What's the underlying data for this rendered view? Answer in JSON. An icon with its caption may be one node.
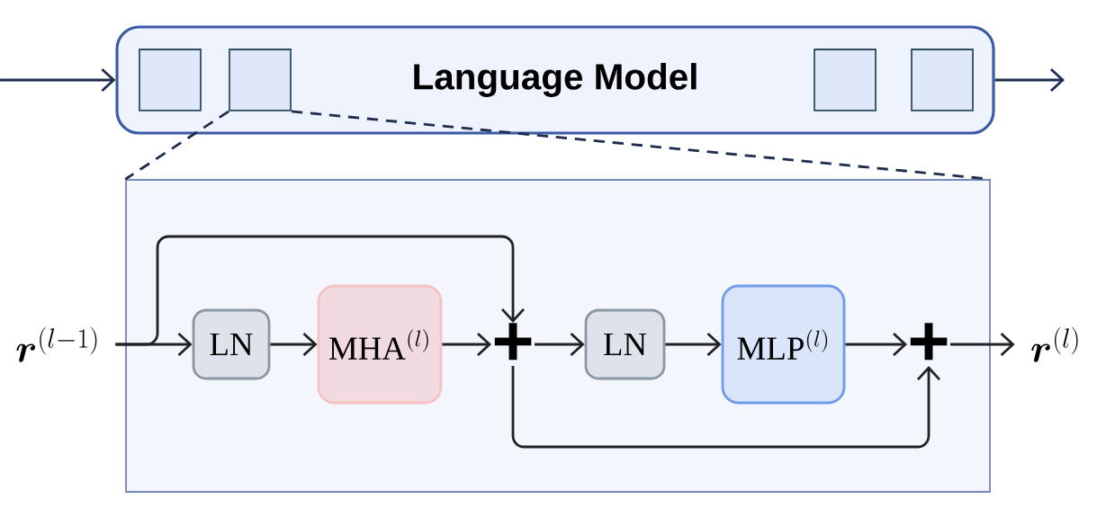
{
  "diagram": {
    "nodes": [
      {
        "text": [
          "Language Model"
        ]
      },
      {
        "text": [],
        "shape": "box",
        "in": 0
      },
      {
        "text": [],
        "shape": "box",
        "in": 0
      },
      {
        "text": [],
        "shape": "box",
        "in": 0
      },
      {
        "text": [],
        "shape": "box",
        "in": 0
      },
      {
        "text": [],
        "shape": "box"
      },
      {
        "text": [
          "\\boldsymbol{r}^{(l-1)}"
        ]
      },
      {
        "text": [
          "LN"
        ],
        "in": 5
      },
      {
        "text": [
          "\\mathrm{MHA}^{(l)}"
        ],
        "in": 5
      },
      {
        "text": [
          "+"
        ],
        "in": 5
      },
      {
        "text": [
          "LN"
        ],
        "in": 5
      },
      {
        "text": [
          "\\mathrm{MLP}^{(l)}"
        ],
        "in": 5
      },
      {
        "text": [
          "+"
        ],
        "in": 5
      },
      {
        "text": [
          "\\boldsymbol{r}^{(l)}"
        ]
      }
    ],
    "edges": [
      {
        "from": null,
        "to": 0,
        "arrow": "to"
      },
      {
        "from": 0,
        "to": null,
        "arrow": "to"
      },
      {
        "from": 2,
        "to": 5,
        "arrow": "none",
        "style": "dashed"
      },
      {
        "from": 2,
        "to": 5,
        "arrow": "none",
        "style": "dashed"
      },
      {
        "from": 6,
        "to": 7,
        "arrow": "to"
      },
      {
        "from": 6,
        "to": 9,
        "arrow": "to"
      },
      {
        "from": 7,
        "to": 8,
        "arrow": "to"
      },
      {
        "from": 8,
        "to": 9,
        "arrow": "to"
      },
      {
        "from": 9,
        "to": 10,
        "arrow": "to"
      },
      {
        "from": 10,
        "to": 11,
        "arrow": "to"
      },
      {
        "from": 11,
        "to": 12,
        "arrow": "to"
      },
      {
        "from": 9,
        "to": 12,
        "arrow": "to"
      },
      {
        "from": 12,
        "to": 13,
        "arrow": "to"
      }
    ]
  }
}
